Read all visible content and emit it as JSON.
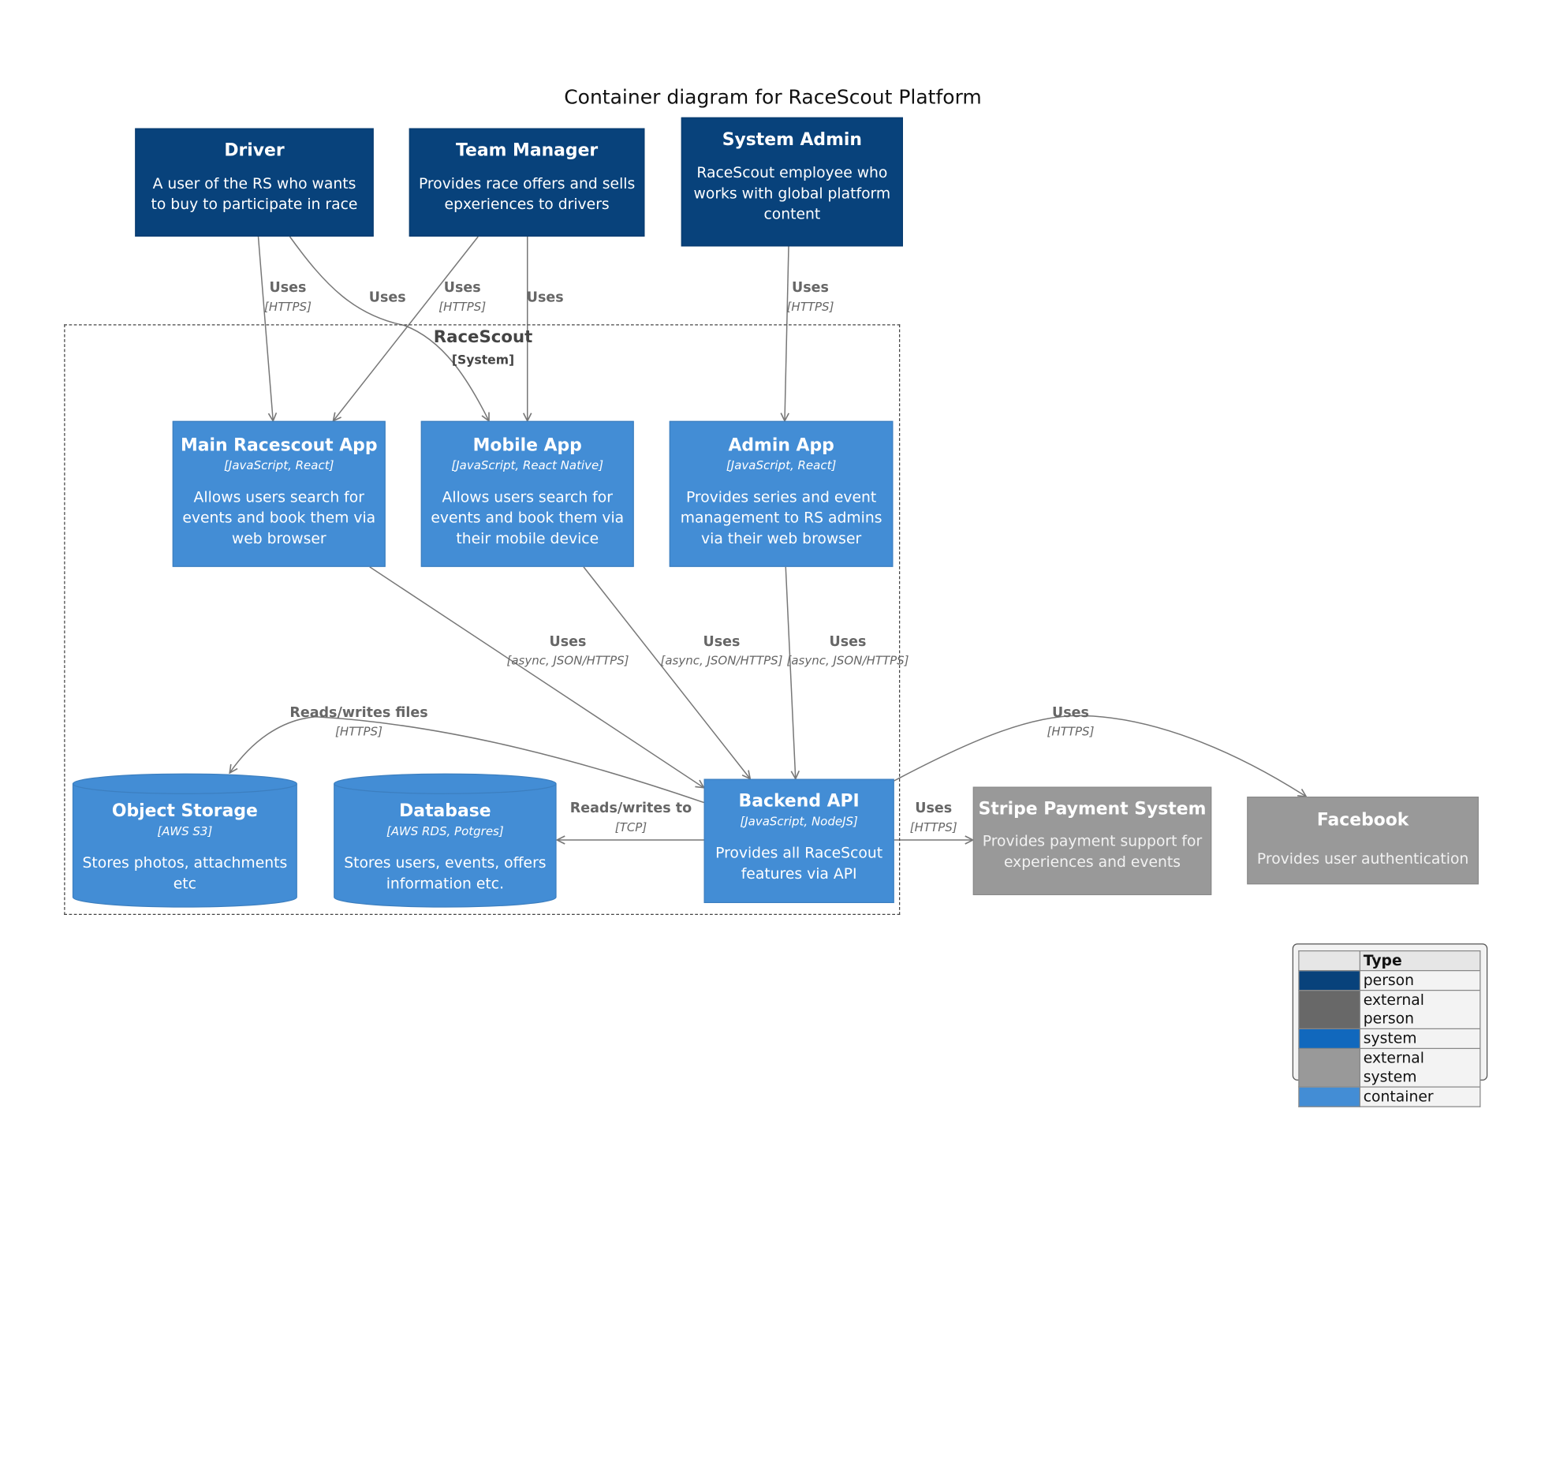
{
  "title": "Container diagram for RaceScout Platform",
  "colors": {
    "person": "#08427b",
    "external_person": "#686868",
    "system": "#1168bd",
    "external_system": "#999999",
    "container": "#438dd5",
    "line": "#777777"
  },
  "people": {
    "driver": {
      "name": "Driver",
      "desc": "A user of the RS who wants to buy to participate in race"
    },
    "team_manager": {
      "name": "Team Manager",
      "desc": "Provides race offers and sells epxeriences to drivers"
    },
    "system_admin": {
      "name": "System Admin",
      "desc": "RaceScout employee who works with global platform content"
    }
  },
  "boundary": {
    "name": "RaceScout",
    "type": "[System]"
  },
  "containers": {
    "main_app": {
      "name": "Main Racescout App",
      "tech": "[JavaScript, React]",
      "desc": "Allows users search for events and book them via web browser"
    },
    "mobile_app": {
      "name": "Mobile App",
      "tech": "[JavaScript, React Native]",
      "desc": "Allows users search for events and book them via their mobile device"
    },
    "admin_app": {
      "name": "Admin App",
      "tech": "[JavaScript, React]",
      "desc": "Provides series and event management to RS admins via their web browser"
    },
    "object_storage": {
      "name": "Object Storage",
      "tech": "[AWS S3]",
      "desc": "Stores photos, attachments etc"
    },
    "database": {
      "name": "Database",
      "tech": "[AWS RDS, Potgres]",
      "desc": "Stores users, events, offers information etc."
    },
    "backend_api": {
      "name": "Backend API",
      "tech": "[JavaScript, NodeJS]",
      "desc": "Provides all RaceScout features via API"
    }
  },
  "external_systems": {
    "stripe": {
      "name": "Stripe Payment System",
      "desc": "Provides payment support for experiences and events"
    },
    "facebook": {
      "name": "Facebook",
      "desc": "Provides user authentication"
    }
  },
  "relations": {
    "driver_main": {
      "label": "Uses",
      "tech": "[HTTPS]"
    },
    "driver_mobile": {
      "label": "Uses"
    },
    "manager_main": {
      "label": "Uses",
      "tech": "[HTTPS]"
    },
    "manager_mobile": {
      "label": "Uses"
    },
    "admin_adminapp": {
      "label": "Uses",
      "tech": "[HTTPS]"
    },
    "main_api": {
      "label": "Uses",
      "tech": "[async, JSON/HTTPS]"
    },
    "mobile_api": {
      "label": "Uses",
      "tech": "[async, JSON/HTTPS]"
    },
    "adminapp_api": {
      "label": "Uses",
      "tech": "[async, JSON/HTTPS]"
    },
    "api_storage": {
      "label": "Reads/writes files",
      "tech": "[HTTPS]"
    },
    "api_db": {
      "label": "Reads/writes to",
      "tech": "[TCP]"
    },
    "api_stripe": {
      "label": "Uses",
      "tech": "[HTTPS]"
    },
    "api_facebook": {
      "label": "Uses",
      "tech": "[HTTPS]"
    }
  },
  "legend": {
    "header": "Type",
    "rows": [
      {
        "label": "person",
        "color": "#08427b"
      },
      {
        "label": "external person",
        "color": "#686868"
      },
      {
        "label": "system",
        "color": "#1168bd"
      },
      {
        "label": "external system",
        "color": "#999999"
      },
      {
        "label": "container",
        "color": "#438dd5"
      }
    ]
  }
}
